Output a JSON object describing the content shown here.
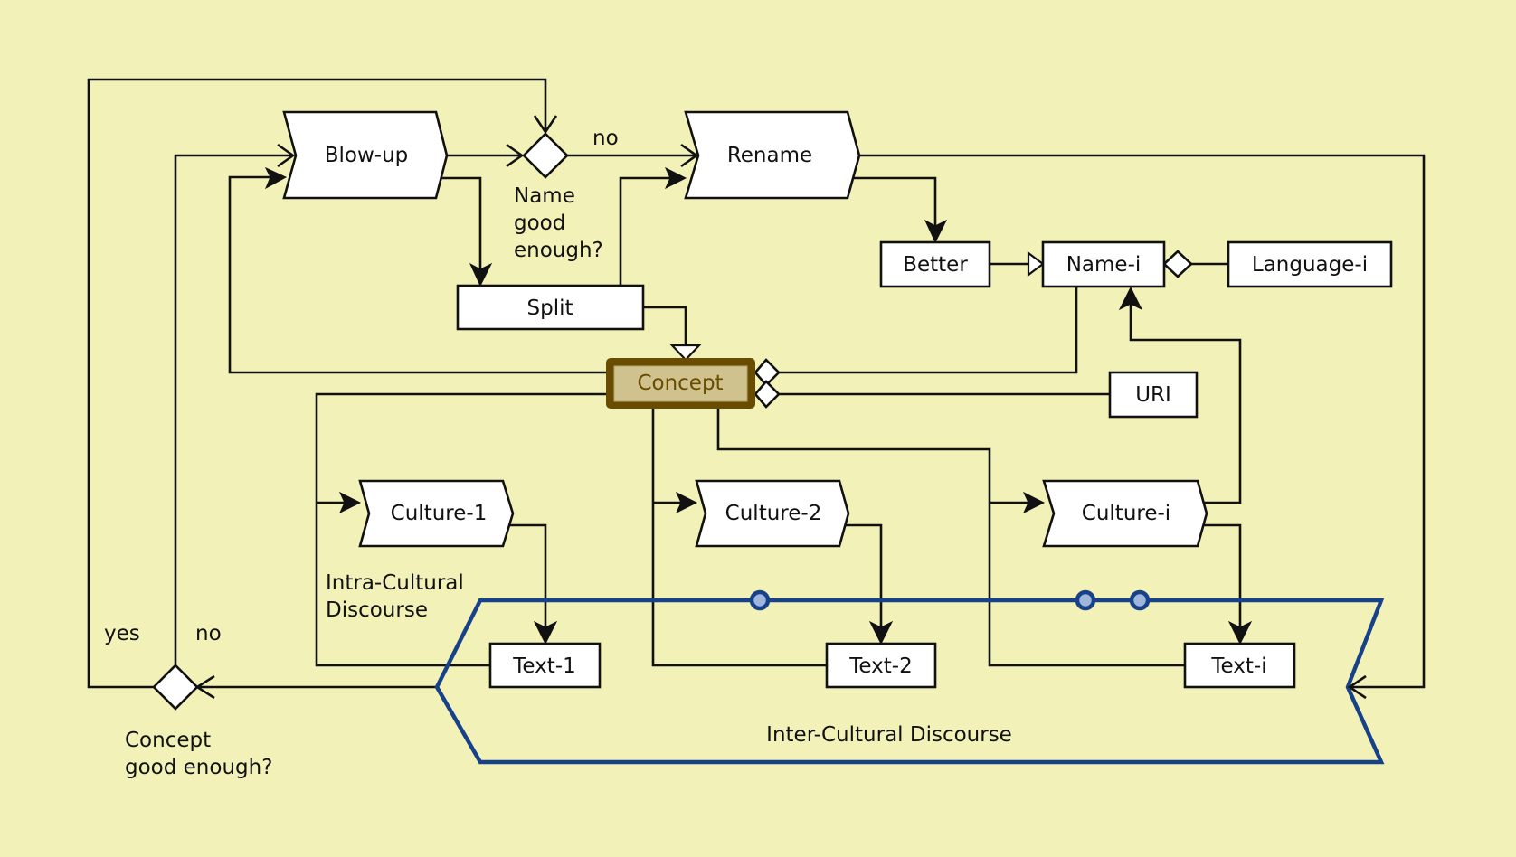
{
  "diagram": {
    "title": "",
    "colors": {
      "background": "#f2f1b7",
      "line": "#111111",
      "node_fill": "#ffffff",
      "concept_border": "#6a4c00",
      "concept_fill": "#cfc28e",
      "concept_text": "#6a4c00",
      "discourse_stroke": "#17428a",
      "discourse_dot_fill": "#a0b5dc"
    },
    "nodes": {
      "blowup": "Blow-up",
      "rename": "Rename",
      "split": "Split",
      "better": "Better",
      "name_i": "Name-i",
      "language_i": "Language-i",
      "concept": "Concept",
      "uri": "URI",
      "culture_1": "Culture-1",
      "culture_2": "Culture-2",
      "culture_i": "Culture-i",
      "text_1": "Text-1",
      "text_2": "Text-2",
      "text_i": "Text-i"
    },
    "decisions": {
      "name_good": {
        "lines": [
          "Name",
          "good",
          "enough?"
        ],
        "out_no": "no"
      },
      "concept_good": {
        "lines": [
          "Concept",
          "good enough?"
        ],
        "out_yes": "yes",
        "out_no": "no"
      }
    },
    "regions": {
      "intra": [
        "Intra-Cultural",
        "Discourse"
      ],
      "inter": "Inter-Cultural Discourse"
    },
    "discourse_dots": 3
  }
}
